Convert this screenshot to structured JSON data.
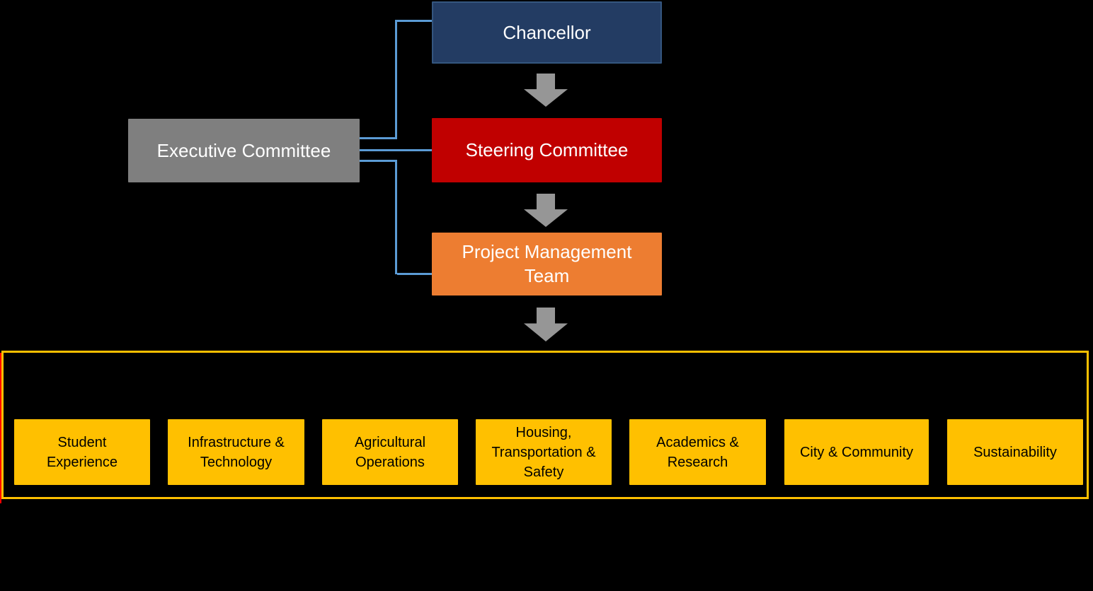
{
  "diagram": {
    "background_color": "#000000",
    "connector_color": "#5B9BD5",
    "arrow_color": "#969696",
    "nodes": {
      "chancellor": {
        "label": "Chancellor",
        "fill_color": "#233C63",
        "text_color": "#FFFFFF"
      },
      "executive_committee": {
        "label": "Executive Committee",
        "fill_color": "#7F7F7F",
        "text_color": "#FFFFFF"
      },
      "steering_committee": {
        "label": "Steering Committee",
        "fill_color": "#C00000",
        "text_color": "#FFFFFF"
      },
      "project_management_team": {
        "label": "Project Management\nTeam",
        "fill_color": "#ED7D31",
        "text_color": "#FFFFFF"
      }
    },
    "workstreams": {
      "container_border_color": "#FFC000",
      "accent_line_color": "#FF0000",
      "box_fill_color": "#FFC000",
      "box_text_color": "#000000",
      "items": [
        {
          "label": "Student\nExperience"
        },
        {
          "label": "Infrastructure &\nTechnology"
        },
        {
          "label": "Agricultural\nOperations"
        },
        {
          "label": "Housing,\nTransportation &\nSafety"
        },
        {
          "label": "Academics &\nResearch"
        },
        {
          "label": "City & Community"
        },
        {
          "label": "Sustainability"
        }
      ]
    }
  }
}
